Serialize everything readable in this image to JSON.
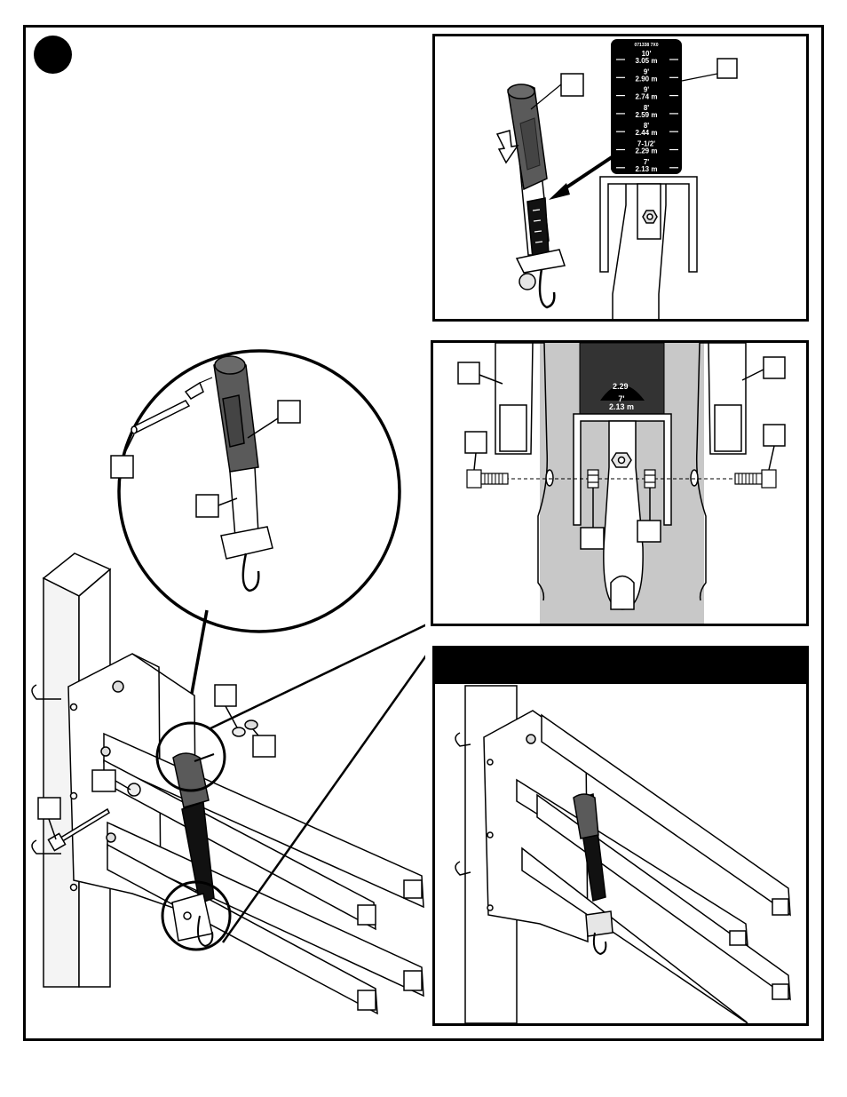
{
  "scale": {
    "header_text": "071338  7X0",
    "marks": [
      {
        "ft": "10'",
        "m": "3.05  m"
      },
      {
        "ft": "9'",
        "m": "2.90  m"
      },
      {
        "ft": "9'",
        "m": "2.74  m"
      },
      {
        "ft": "8'",
        "m": "2.59  m"
      },
      {
        "ft": "8'",
        "m": "2.44  m"
      },
      {
        "ft": "7-1/2'",
        "m": "2.29  m"
      },
      {
        "ft": "7'",
        "m": "2.13  m"
      }
    ]
  },
  "detail_scale": {
    "partial_text": "2.29",
    "ft": "7'",
    "m": "2.13  m"
  },
  "colors": {
    "line": "#000000",
    "grip": "#5a5a5a",
    "grip_dark": "#3a3a3a",
    "frame_shade": "#c8c8c8",
    "metal": "#e6e6e6"
  }
}
